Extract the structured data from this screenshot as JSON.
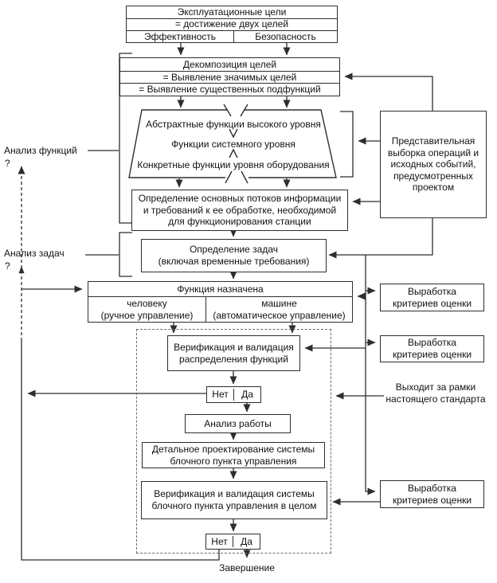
{
  "colors": {
    "line": "#2e2e2e",
    "dashed_frame": "#6a6a6a",
    "background": "#ffffff",
    "text": "#111111"
  },
  "diagram": {
    "operational_goals": {
      "title": "Эксплуатационные цели",
      "subtitle": "= достижение двух целей",
      "cells": [
        "Эффективность",
        "Безопасность"
      ]
    },
    "decomposition": {
      "rows": [
        "Декомпозиция целей",
        "= Выявление значимых целей",
        "= Выявление существенных подфункций"
      ]
    },
    "function_levels": {
      "lines": [
        "Абстрактные функции высокого уровня",
        "Функции системного уровня",
        "Конкретные функции уровня оборудования"
      ]
    },
    "info_flows": {
      "text": "Определение основных потоков информации\nи требований  к ее обработке, необходимой\nдля функционирования станции"
    },
    "task_definition": {
      "text": "Определение задач\n(включая временные требования)"
    },
    "function_assigned": {
      "title": "Функция назначена",
      "human": "человеку\n(ручное управление)",
      "machine": "машине\n(автоматическое управление)"
    },
    "verification_allocation": {
      "text": "Верификация и валидация\nраспределения функций"
    },
    "decision1": {
      "no": "Нет",
      "yes": "Да"
    },
    "work_analysis": {
      "text": "Анализ работы"
    },
    "detailed_design": {
      "text": "Детальное проектирование системы\nблочного пункта управления"
    },
    "verification_system": {
      "text": "Верификация и валидация системы\nблочного пункта управления в целом"
    },
    "decision2": {
      "no": "Нет",
      "yes": "Да"
    },
    "completion": {
      "text": "Завершение"
    },
    "representative_sample": {
      "text": "Представительная\nвыборка операций и\nисходных событий,\nпредусмотренных\nпроектом"
    },
    "criteria1": {
      "text": "Выработка\nкритериев оценки"
    },
    "criteria2": {
      "text": "Выработка\nкритериев оценки"
    },
    "criteria3": {
      "text": "Выработка\nкритериев оценки"
    },
    "out_of_scope": {
      "text": "Выходит за рамки\nнастоящего стандарта"
    },
    "function_analysis_label": {
      "text": "Анализ функций",
      "question": "?"
    },
    "task_analysis_label": {
      "text": "Анализ задач",
      "question": "?"
    }
  }
}
